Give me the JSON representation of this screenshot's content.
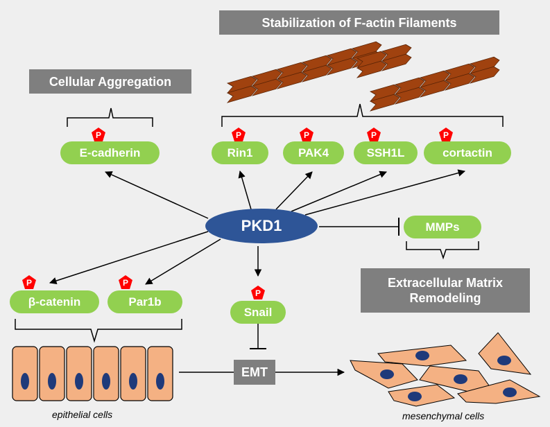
{
  "central_node": {
    "label": "PKD1"
  },
  "process_labels": {
    "stabilization": "Stabilization of F-actin Filaments",
    "aggregation": "Cellular Aggregation",
    "ecm_line1": "Extracellular Matrix",
    "ecm_line2": "Remodeling"
  },
  "targets": {
    "e_cadherin": "E-cadherin",
    "rin1": "Rin1",
    "pak4": "PAK4",
    "ssh1l": "SSH1L",
    "cortactin": "cortactin",
    "mmps": "MMPs",
    "beta_catenin": "β-catenin",
    "par1b": "Par1b",
    "snail": "Snail"
  },
  "phospho_label": "P",
  "emt": {
    "label": "EMT"
  },
  "captions": {
    "epithelial": "epithelial cells",
    "mesenchymal": "mesenchymal cells"
  },
  "colors": {
    "background": "#efefef",
    "label_box": "#7f7f7f",
    "target_pill": "#92d050",
    "pkd1": "#2e5597",
    "phospho": "#ff0000",
    "actin": "#a0420f",
    "cell_fill": "#f4b183",
    "nucleus": "#1f3a7a"
  },
  "icons": [
    "phosphate-pentagon-icon",
    "actin-filament-icon",
    "epithelial-cell-icon",
    "mesenchymal-cell-icon"
  ]
}
